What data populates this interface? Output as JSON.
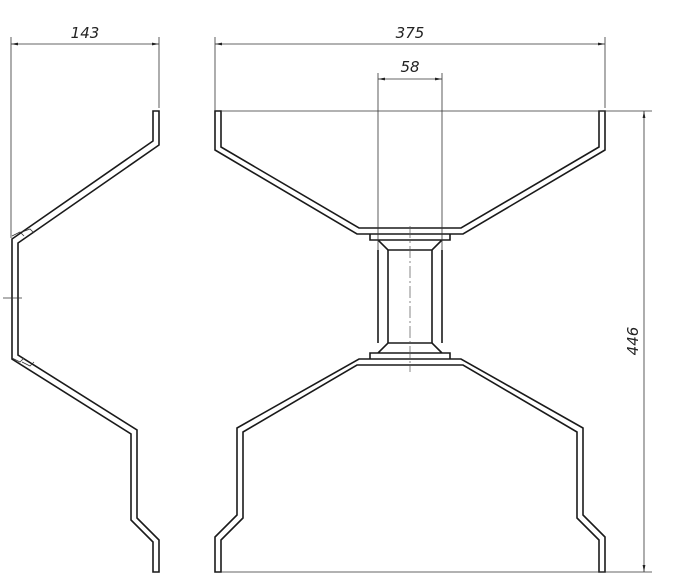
{
  "dimensions": {
    "side_width": "143",
    "front_width": "375",
    "hub_width": "58",
    "height": "446"
  }
}
